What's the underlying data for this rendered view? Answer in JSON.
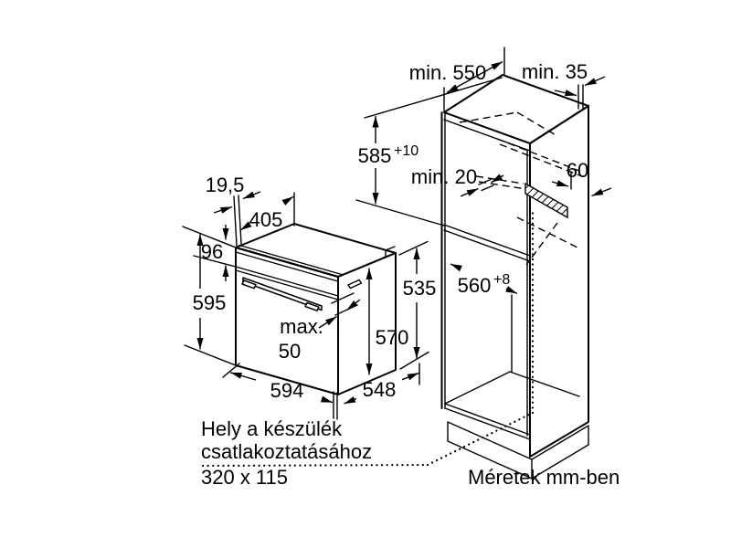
{
  "dims": {
    "min550": "min. 550",
    "min35": "min. 35",
    "niche_height": "585",
    "niche_height_tol": "+10",
    "min20": "min. 20",
    "vent": "60",
    "niche_width": "560",
    "niche_width_tol": "+8",
    "fascia": "19,5",
    "top_depth": "405",
    "panel_height": "96",
    "oven_height": "595",
    "handle_max_1": "max.",
    "handle_max_2": "50",
    "body_height": "570",
    "back_height": "535",
    "oven_width": "594",
    "oven_depth": "548"
  },
  "notes": {
    "connection_1": "Hely a készülék",
    "connection_2": "csatlakoztatásához",
    "connection_3": "320 x 115",
    "units_note": "Méretek mm-ben"
  },
  "colors": {
    "line": "#000000",
    "background": "#ffffff"
  }
}
